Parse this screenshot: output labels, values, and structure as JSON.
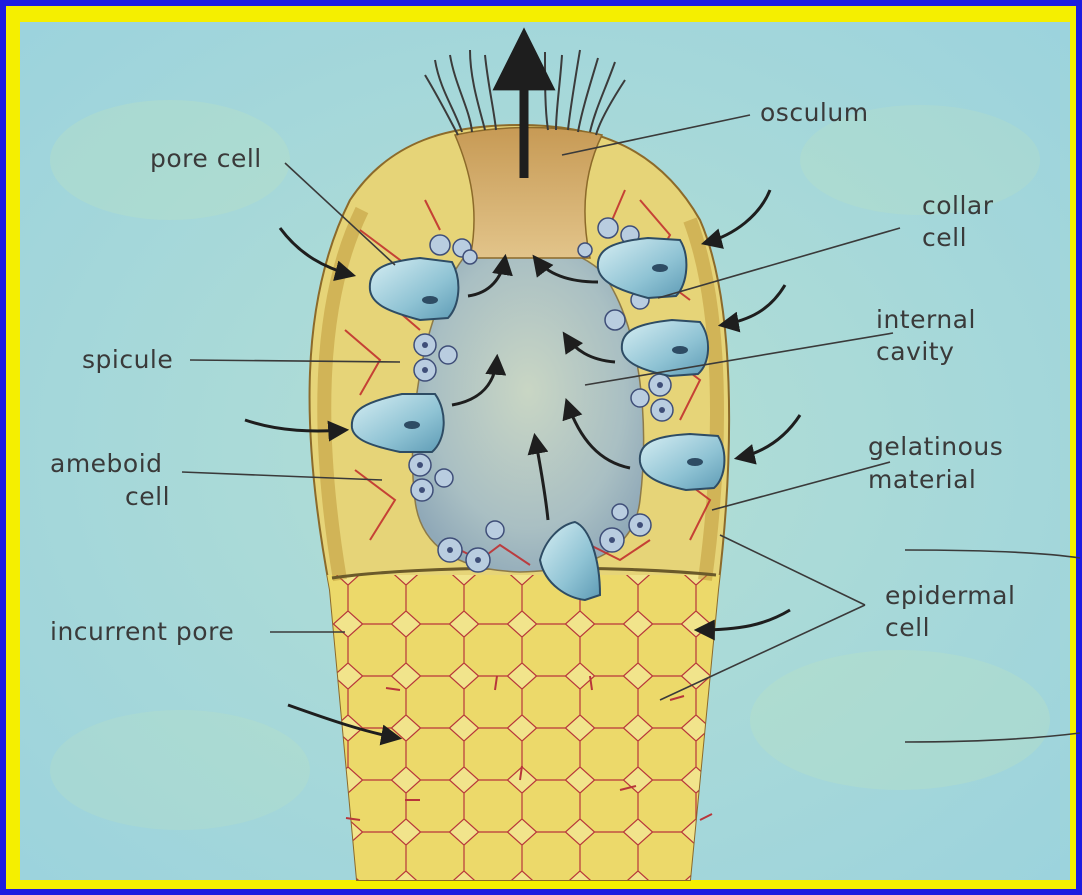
{
  "diagram": {
    "labels": {
      "osculum": "osculum",
      "pore_cell": "pore cell",
      "collar_cell_1": "collar",
      "collar_cell_2": "cell",
      "internal_cavity_1": "internal",
      "internal_cavity_2": "cavity",
      "spicule": "spicule",
      "ameboid_cell_1": "ameboid",
      "ameboid_cell_2": "cell",
      "gelatinous_material_1": "gelatinous",
      "gelatinous_material_2": "material",
      "incurrent_pore": "incurrent pore",
      "epidermal_cell_1": "epidermal",
      "epidermal_cell_2": "cell"
    },
    "colors": {
      "border": "#1d1de0",
      "frame": "#f5ef00",
      "background": "#a6d9dc",
      "body_yellow": "#e8d873",
      "cavity": "#b9c9c0",
      "collar_blue": "#8fc3d4",
      "red_lines": "#c0282a",
      "label_text": "#3a3a3a"
    }
  }
}
